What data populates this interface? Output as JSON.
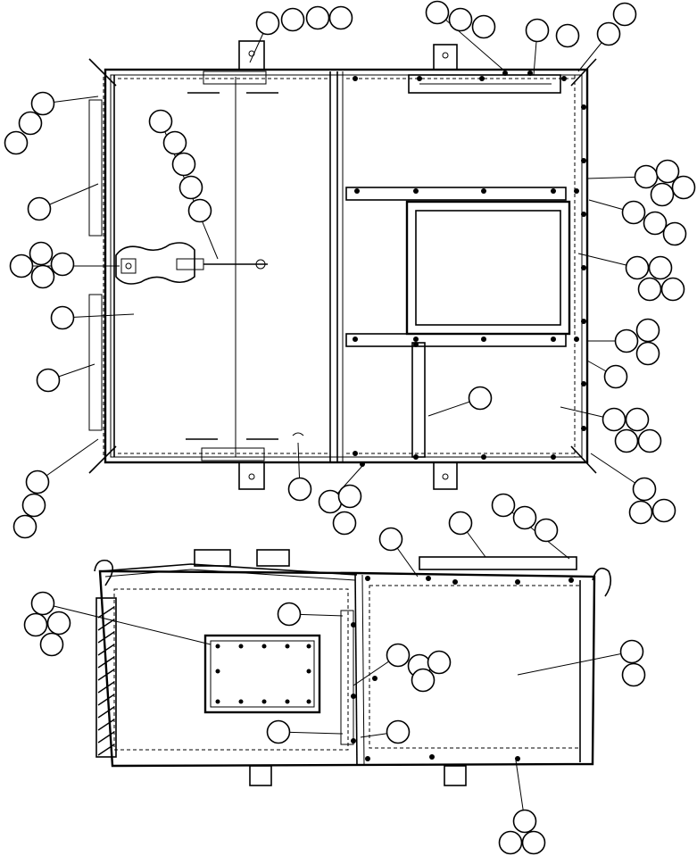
{
  "drawing": {
    "views": [
      {
        "name": "top-view",
        "description_visible": false
      },
      {
        "name": "side-view",
        "description_visible": false
      }
    ],
    "callout_bubbles": {
      "label_text_visible": false,
      "groups_top_view": 26,
      "groups_side_view": 12
    },
    "colors": {
      "line": "#000000",
      "background": "#ffffff"
    }
  }
}
